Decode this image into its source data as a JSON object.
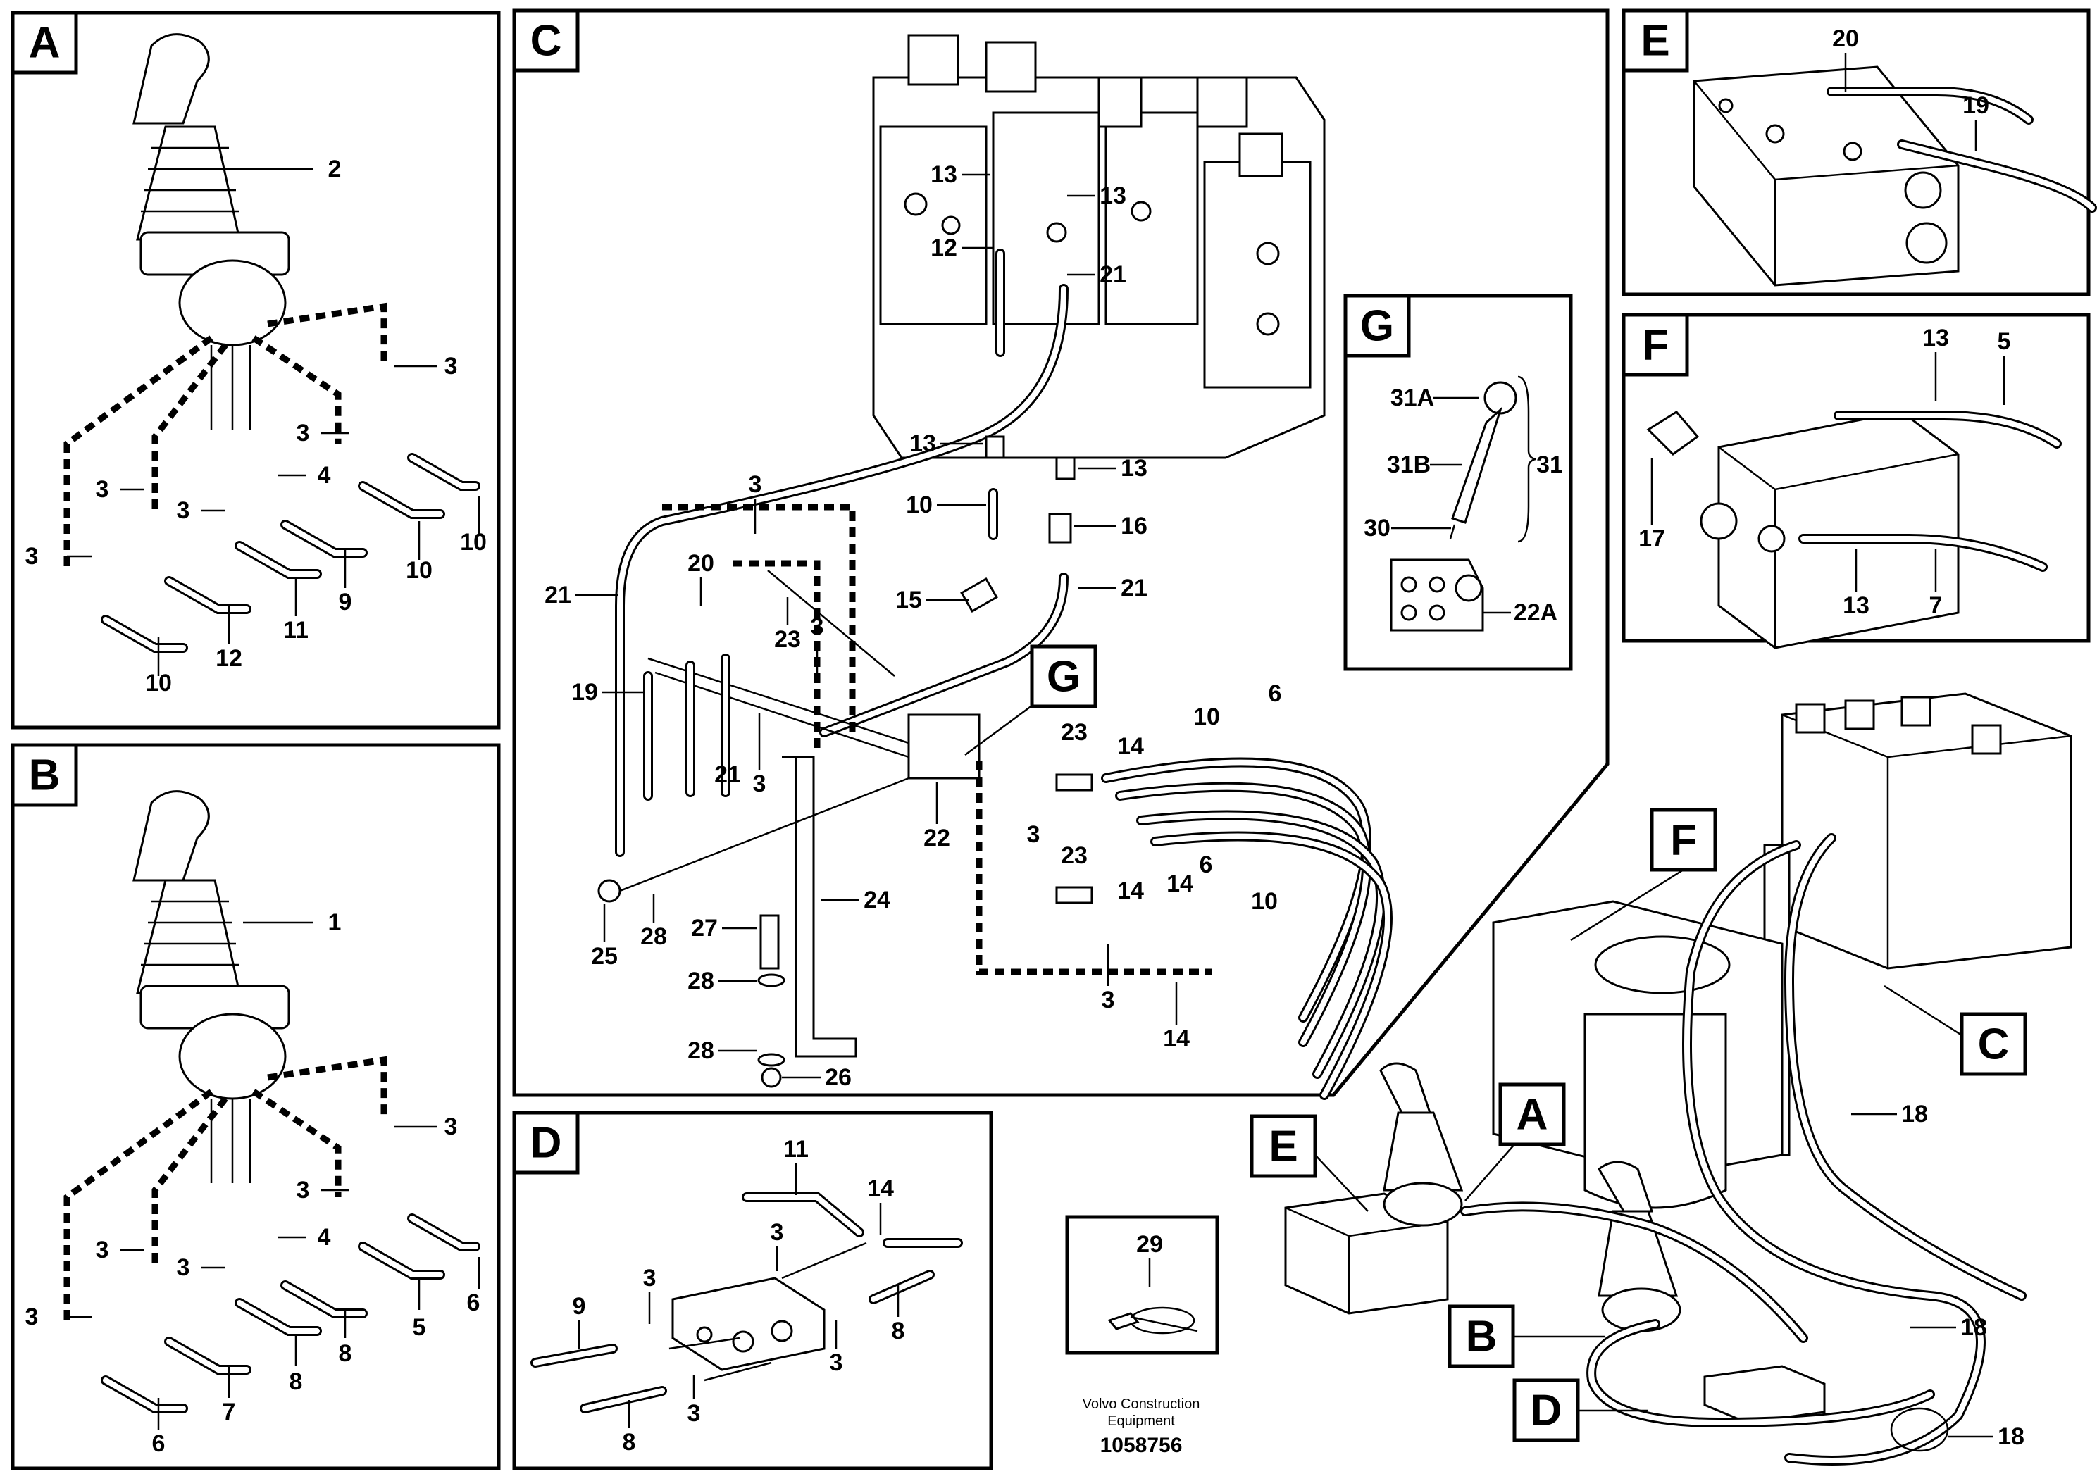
{
  "panels": {
    "A": {
      "label": "A",
      "callouts": [
        "2",
        "3",
        "3",
        "3",
        "3",
        "3",
        "4",
        "10",
        "10",
        "12",
        "11",
        "9",
        "10"
      ]
    },
    "B": {
      "label": "B",
      "callouts": [
        "1",
        "3",
        "3",
        "3",
        "3",
        "3",
        "4",
        "6",
        "7",
        "8",
        "8",
        "5",
        "6"
      ]
    },
    "C": {
      "label": "C",
      "callouts": [
        "13",
        "13",
        "12",
        "21",
        "13",
        "13",
        "10",
        "16",
        "15",
        "21",
        "21",
        "3",
        "20",
        "23",
        "3",
        "19",
        "21",
        "3",
        "22",
        "23",
        "14",
        "10",
        "6",
        "3",
        "14",
        "6",
        "10",
        "23",
        "14",
        "24",
        "3",
        "14",
        "25",
        "28",
        "27",
        "28",
        "28",
        "26"
      ]
    },
    "D": {
      "label": "D",
      "callouts": [
        "11",
        "14",
        "3",
        "9",
        "3",
        "3",
        "8",
        "3",
        "8"
      ]
    },
    "E": {
      "label": "E",
      "callouts": [
        "20",
        "19"
      ]
    },
    "F": {
      "label": "F",
      "callouts": [
        "13",
        "5",
        "17",
        "13",
        "7"
      ]
    },
    "G": {
      "label": "G",
      "callouts": [
        "31A",
        "31B",
        "31",
        "30",
        "22A"
      ]
    },
    "overview": {
      "callouts": [
        "F",
        "C",
        "A",
        "E",
        "B",
        "D",
        "18",
        "18",
        "18"
      ]
    },
    "item29": {
      "callout": "29"
    }
  },
  "footer": {
    "company_line1": "Volvo Construction",
    "company_line2": "Equipment",
    "drawing_number": "1058756"
  }
}
